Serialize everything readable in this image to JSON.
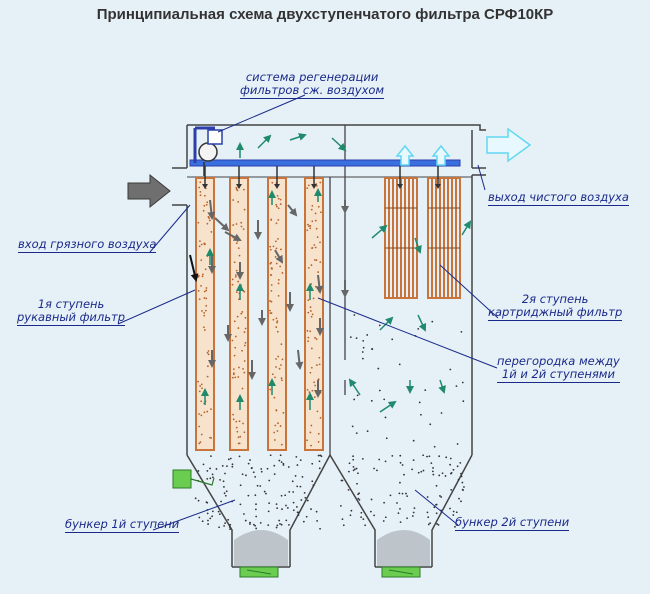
{
  "title": "Принципиальная схема двухступенчатого фильтра СРФ10КР",
  "labels": {
    "regen_line1": "система регенерации",
    "regen_line2": "фильтров сж. воздухом",
    "inlet": "вход грязного воздуха",
    "outlet": "выход чистого воздуха",
    "stage1_line1": "1я ступень",
    "stage1_line2": "рукавный фильтр",
    "stage2_line1": "2я ступень",
    "stage2_line2": "картриджный фильтр",
    "partition_line1": "перегородка между",
    "partition_line2": "1й и 2й ступенями",
    "bunker1": "бункер 1й ступени",
    "bunker2": "бункер 2й ступени"
  },
  "colors": {
    "outline": "#444444",
    "label": "#1a2a8a",
    "bag_fill": "#f7e3cc",
    "bag_stroke": "#c8743a",
    "cartridge": "#c8743a",
    "inlet_arrow": "#6f6f6f",
    "outlet_arrow": "#60d8f0",
    "flow_arrow_stage1": "#666666",
    "flow_arrow_stage2": "#1f8a6c",
    "manifold": "#2c3fa8",
    "valve": "#6acd50"
  }
}
